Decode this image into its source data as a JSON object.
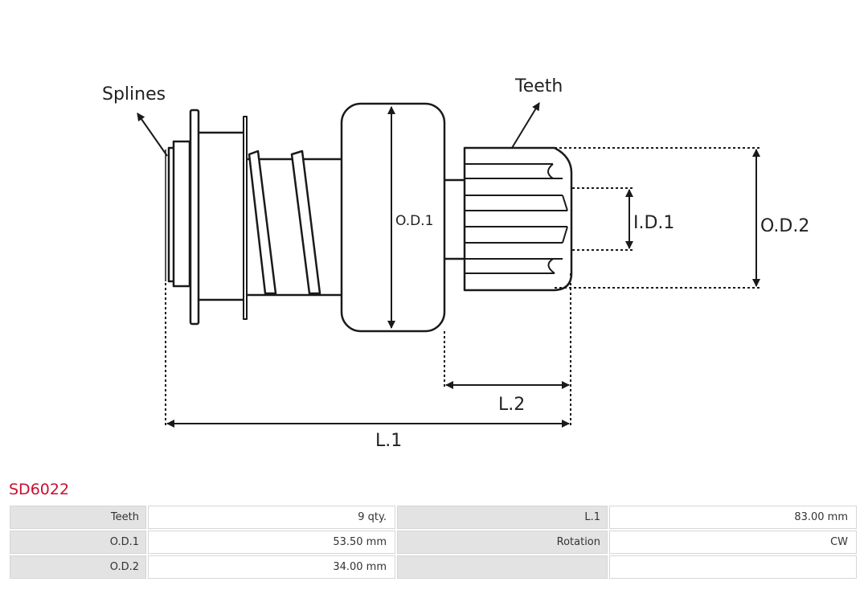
{
  "diagram": {
    "labels": {
      "splines": "Splines",
      "teeth": "Teeth",
      "od1": "O.D.1",
      "od2": "O.D.2",
      "id1": "I.D.1",
      "l1": "L.1",
      "l2": "L.2"
    }
  },
  "part": {
    "number": "SD6022"
  },
  "specs": {
    "rows": [
      {
        "label1": "Teeth",
        "value1": "9 qty.",
        "label2": "L.1",
        "value2": "83.00 mm"
      },
      {
        "label1": "O.D.1",
        "value1": "53.50 mm",
        "label2": "Rotation",
        "value2": "CW"
      },
      {
        "label1": "O.D.2",
        "value1": "34.00 mm",
        "label2": "",
        "value2": ""
      }
    ]
  },
  "colors": {
    "part_number": "#c8102e",
    "label_cell": "#e3e3e3",
    "line": "#1a1a1a"
  }
}
